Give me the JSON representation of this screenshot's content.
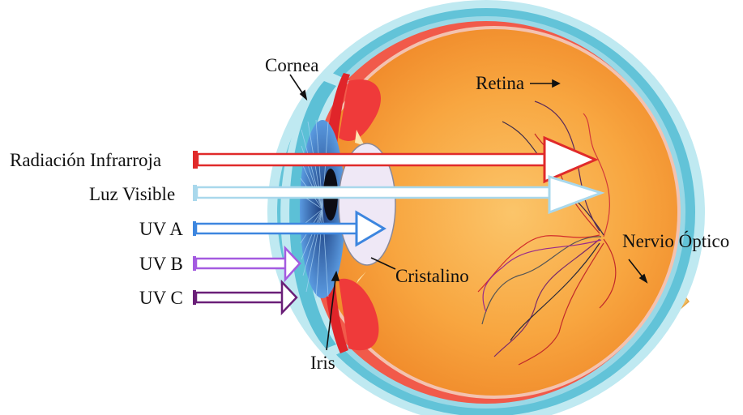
{
  "labels": {
    "cornea": "Cornea",
    "retina": "Retina",
    "infrared": "Radiación Infrarroja",
    "visible": "Luz Visible",
    "uva": "UV A",
    "uvb": "UV B",
    "uvc": "UV C",
    "optic_nerve": "Nervio Óptico",
    "lens": "Cristalino",
    "iris": "Iris"
  },
  "colors": {
    "infrared": "#e02a2a",
    "visible": "#a9d8ec",
    "uva": "#3d86df",
    "uvb": "#a45be0",
    "uvc": "#6a1f78",
    "sclera": "#62c3d8",
    "eye_interior": "#f7a23a",
    "iris": "#3b6fc0",
    "choroid": "#ef3a3a"
  }
}
